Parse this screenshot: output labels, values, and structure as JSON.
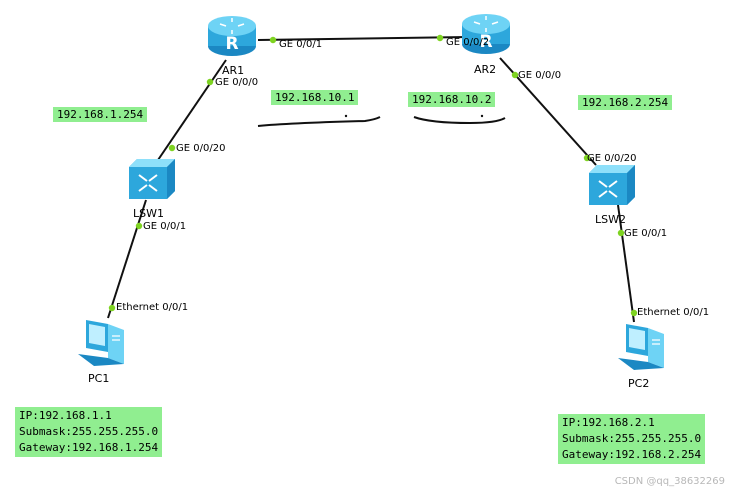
{
  "colors": {
    "label_bg": "#90ee90",
    "link_line": "#111111",
    "port_dot": "#7ed321",
    "device_blue": "#4bb8e6"
  },
  "devices": {
    "ar1": {
      "label": "AR1",
      "icon": "router-icon"
    },
    "ar2": {
      "label": "AR2",
      "icon": "router-icon"
    },
    "lsw1": {
      "label": "LSW1",
      "icon": "switch-icon"
    },
    "lsw2": {
      "label": "LSW2",
      "icon": "switch-icon"
    },
    "pc1": {
      "label": "PC1",
      "icon": "pc-icon"
    },
    "pc2": {
      "label": "PC2",
      "icon": "pc-icon"
    }
  },
  "ports": {
    "ar1_ge001": "GE 0/0/1",
    "ar1_ge000": "GE 0/0/0",
    "ar2_ge002": "GE 0/0/2",
    "ar2_ge000": "GE 0/0/0",
    "lsw1_ge0020": "GE 0/0/20",
    "lsw1_ge001": "GE 0/0/1",
    "lsw2_ge0020": "GE 0/0/20",
    "lsw2_ge001": "GE 0/0/1",
    "pc1_eth": "Ethernet 0/0/1",
    "pc2_eth": "Ethernet 0/0/1"
  },
  "ip_labels": {
    "lan1_gateway": "192.168.1.254",
    "link_ar1": "192.168.10.1",
    "link_ar2": "192.168.10.2",
    "lan2_gateway": "192.168.2.254"
  },
  "pc1_config": {
    "ip": "IP:192.168.1.1",
    "mask": "Submask:255.255.255.0",
    "gateway": "Gateway:192.168.1.254"
  },
  "pc2_config": {
    "ip": "IP:192.168.2.1",
    "mask": "Submask:255.255.255.0",
    "gateway": "Gateway:192.168.2.254"
  },
  "watermark": "CSDN @qq_38632269"
}
